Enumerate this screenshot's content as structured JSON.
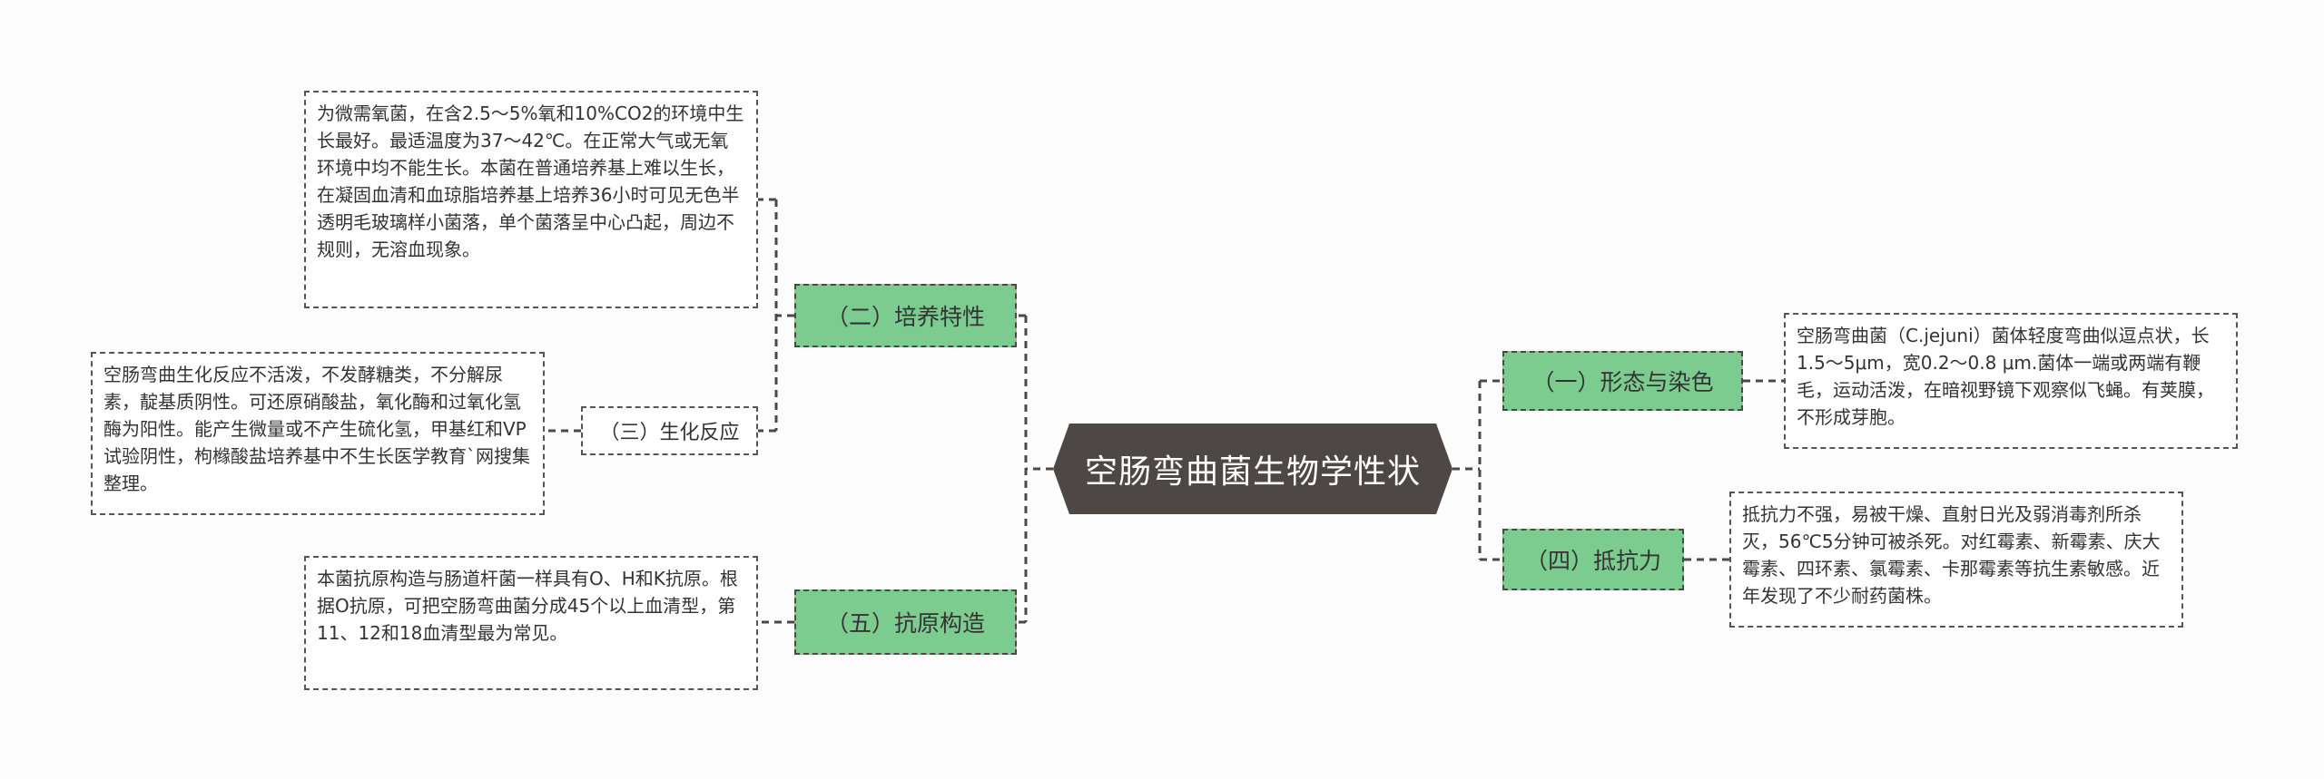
{
  "root": {
    "title": "空肠弯曲菌生物学性状"
  },
  "branches": {
    "morphology": {
      "label": "（一）形态与染色",
      "detail": "空肠弯曲菌（C.jejuni）菌体轻度弯曲似逗点状，长1.5～5μm，宽0.2～0.8 μm.菌体一端或两端有鞭毛，运动活泼，在暗视野镜下观察似飞蝇。有荚膜，不形成芽胞。"
    },
    "culture": {
      "label": "（二）培养特性",
      "detail": "为微需氧菌，在含2.5～5%氧和10%CO2的环境中生长最好。最适温度为37～42℃。在正常大气或无氧环境中均不能生长。本菌在普通培养基上难以生长，在凝固血清和血琼脂培养基上培养36小时可见无色半透明毛玻璃样小菌落，单个菌落呈中心凸起，周边不规则，无溶血现象。",
      "sub": {
        "label": "（三）生化反应",
        "detail": "空肠弯曲生化反应不活泼，不发酵糖类，不分解尿素，靛基质阴性。可还原硝酸盐，氧化酶和过氧化氢酶为阳性。能产生微量或不产生硫化氢，甲基红和VP试验阴性，枸橼酸盐培养基中不生长医学教育`网搜集整理。"
      }
    },
    "resistance": {
      "label": "（四）抵抗力",
      "detail": "抵抗力不强，易被干燥、直射日光及弱消毒剂所杀灭，56℃5分钟可被杀死。对红霉素、新霉素、庆大霉素、四环素、氯霉素、卡那霉素等抗生素敏感。近年发现了不少耐药菌株。"
    },
    "antigen": {
      "label": "（五）抗原构造",
      "detail": "本菌抗原构造与肠道杆菌一样具有O、H和K抗原。根据O抗原，可把空肠弯曲菌分成45个以上血清型，第11、12和18血清型最为常见。"
    }
  },
  "colors": {
    "root_fill": "#4d4846",
    "branch_fill": "#7dcc8f",
    "line": "#4d4846"
  }
}
